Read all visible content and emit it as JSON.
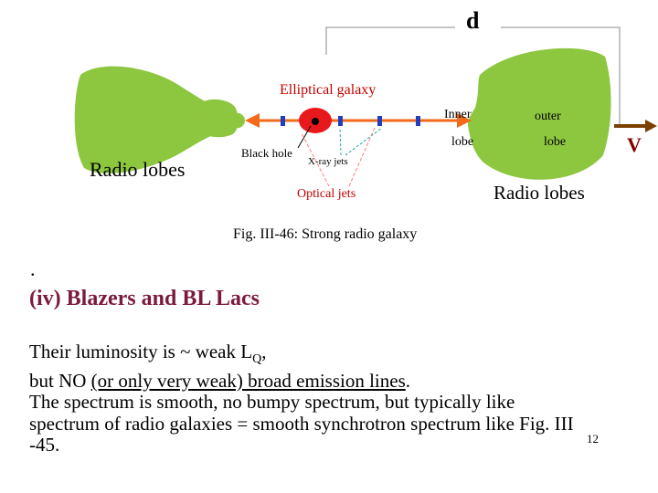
{
  "diagram": {
    "distance_label": "d",
    "velocity_label": "V",
    "elliptical_galaxy": "Elliptical galaxy",
    "inner_label": "Inner",
    "inner_lobe_label": "lobe",
    "outer_label": "outer",
    "outer_lobe_label": "lobe",
    "black_hole": "Black hole",
    "xray_jets": "X-ray jets",
    "optical_jets": "Optical jets",
    "radio_lobes_left": "Radio lobes",
    "radio_lobes_right": "Radio lobes",
    "lobe_color": "#8dc63f",
    "jet_color": "#f26a1b",
    "arrow_color": "#7b3f00",
    "galaxy_color": "#e8191c",
    "xray_pointer_color": "#2aa6a6",
    "optical_pointer_color": "#ff8080"
  },
  "caption": "Fig. III-46: Strong radio galaxy",
  "bullet": ".",
  "heading": "(iv) Blazers and BL Lacs",
  "body": {
    "line1_prefix": "Their luminosity is ~ weak L",
    "line1_sub": "Q",
    "line1_suffix": ",",
    "line2_prefix": "but NO ",
    "line2_underlined": "(or only very weak) broad emission lines",
    "line2_suffix": ".",
    "line3": "The spectrum is smooth, no bumpy spectrum, but typically like",
    "line4": "spectrum of radio galaxies = smooth synchrotron spectrum like Fig. III",
    "line5": "-45."
  },
  "page_number": "12"
}
